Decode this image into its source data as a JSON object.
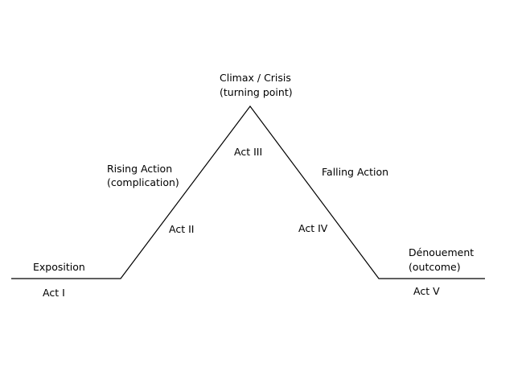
{
  "labels": {
    "exposition": "Exposition",
    "act_i": "Act I",
    "rising_action": [
      "Rising Action",
      "(complication)"
    ],
    "act_ii": "Act II",
    "climax": [
      "Climax / Crisis",
      "(turning point)"
    ],
    "act_iii": "Act III",
    "falling_action": "Falling Action",
    "act_iv": "Act IV",
    "denouement": [
      "Dénouement",
      "(outcome)"
    ],
    "act_v": "Act V"
  }
}
